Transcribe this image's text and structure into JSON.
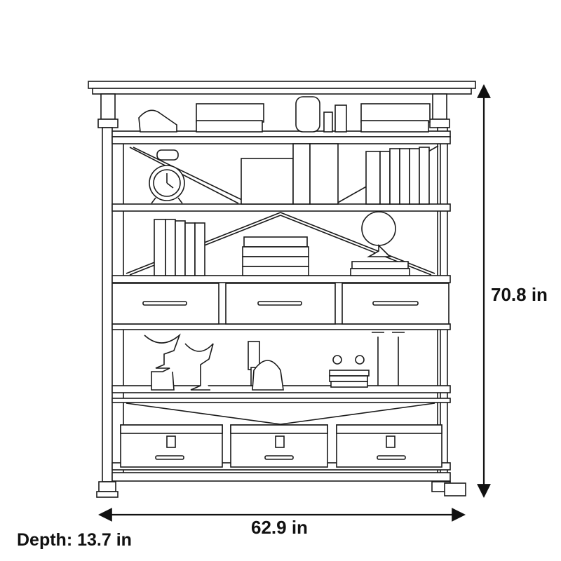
{
  "dimensions": {
    "height": "70.8 in",
    "width": "62.9 in",
    "depth": "Depth: 13.7 in"
  },
  "colors": {
    "line": "#1a1a1a",
    "background": "#ffffff",
    "label": "#111111"
  }
}
